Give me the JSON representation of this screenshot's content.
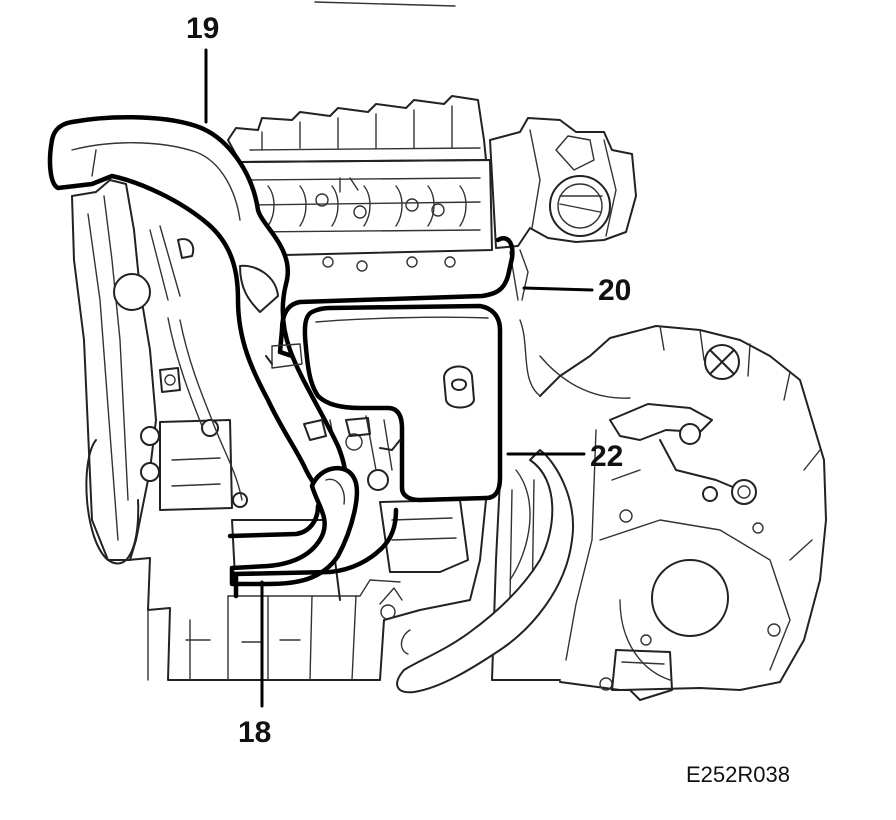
{
  "callouts": {
    "c19": "19",
    "c20": "20",
    "c22": "22",
    "c18": "18"
  },
  "reference_code": "E252R038"
}
